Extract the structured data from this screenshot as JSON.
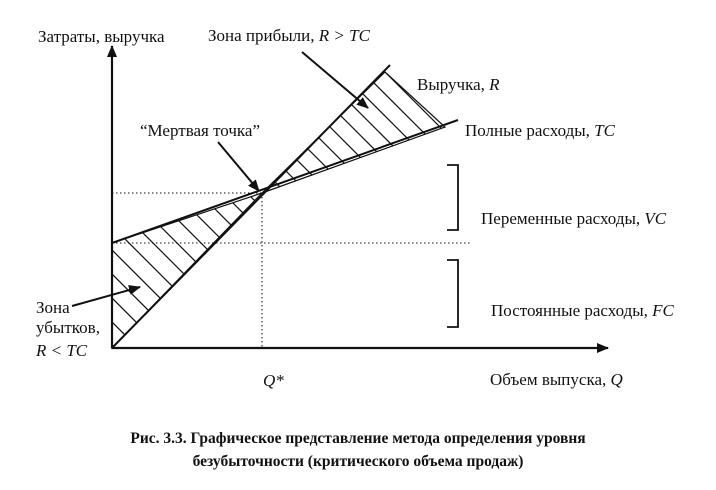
{
  "diagram": {
    "y_axis_label": "Затраты, выручка",
    "x_axis_label_text": "Объем выпуска, ",
    "x_axis_label_var": "Q",
    "q_star_label": "Q*",
    "profit_zone_text": "Зона прибыли, ",
    "profit_zone_formula": "R > TC",
    "revenue_text": "Выручка, ",
    "revenue_var": "R",
    "total_costs_text": "Полные расходы, ",
    "total_costs_var": "TC",
    "break_even_label": "“Мертвая точка”",
    "variable_costs_text": "Переменные расходы, ",
    "variable_costs_var": "VC",
    "fixed_costs_text": "Постоянные расходы, ",
    "fixed_costs_var": "FC",
    "loss_zone_line1": "Зона",
    "loss_zone_line2": "убытков,",
    "loss_zone_line3": "R < TC",
    "caption_line1": "Рис. 3.3. Графическое представление метода определения уровня",
    "caption_line2": "безубыточности (критического объема продаж)"
  }
}
